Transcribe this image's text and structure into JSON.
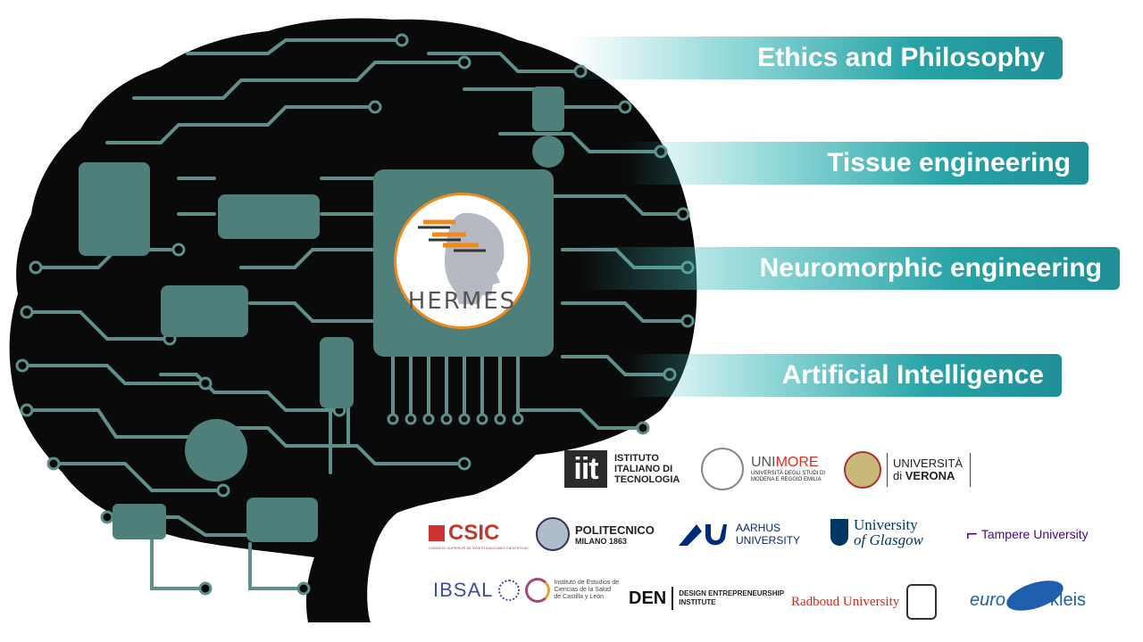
{
  "banners": [
    {
      "label": "Ethics and Philosophy"
    },
    {
      "label": "Tissue engineering"
    },
    {
      "label": "Neuromorphic engineering"
    },
    {
      "label": "Artificial Intelligence"
    }
  ],
  "hermes": {
    "logo_text": "HERMES"
  },
  "partners": {
    "iit": {
      "mark": "iit",
      "line1": "ISTITUTO",
      "line2": "ITALIANO DI",
      "line3": "TECNOLOGIA"
    },
    "unimore": {
      "name_a": "UNI",
      "name_b": "MORE",
      "sub1": "UNIVERSITÀ DEGLI STUDI DI",
      "sub2": "MODENA E REGGIO EMILIA"
    },
    "verona": {
      "line1": "UNIVERSITÀ",
      "line2a": "di ",
      "line2b": "VERONA"
    },
    "csic": {
      "mark": "CSIC",
      "sub": "CONSEJO SUPERIOR DE INVESTIGACIONES CIENTÍFICAS"
    },
    "polimi": {
      "line1": "POLITECNICO",
      "line2": "MILANO 1863"
    },
    "aarhus": {
      "line1": "AARHUS",
      "line2": "UNIVERSITY"
    },
    "glasgow": {
      "line1": "University",
      "line2": "of Glasgow"
    },
    "tampere": {
      "name": "Tampere University"
    },
    "ibsal": {
      "mark": "IBSAL",
      "sub1": "Instituto de Estudios de",
      "sub2": "Ciencias de la Salud",
      "sub3": "de Castilla y León"
    },
    "den": {
      "mark": "DEN",
      "line1": "DESIGN ENTREPRENEURSHIP",
      "line2": "INSTITUTE"
    },
    "radboud": {
      "name": "Radboud University"
    },
    "eurokleis": {
      "a": "euro",
      "b": "kleis"
    }
  },
  "colors": {
    "brain": "#0a0a0a",
    "trace": "#5e8f8a",
    "chip": "#4f7f7a",
    "banner": "#27a3a6",
    "hermes_orange": "#f08a1d"
  }
}
